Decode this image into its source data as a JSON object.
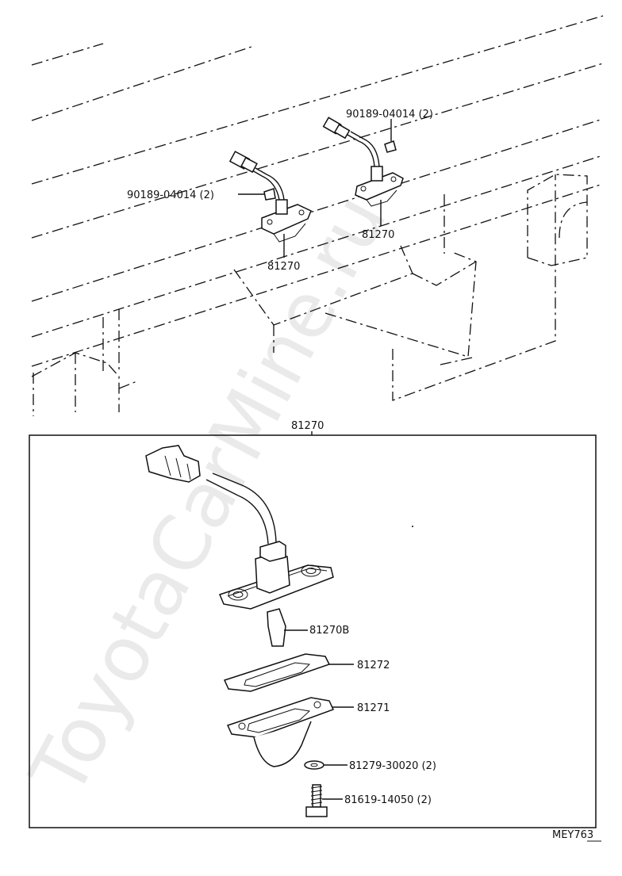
{
  "watermark": "ToyotaCarMine.ru",
  "diagram_code": "MEY763",
  "top_view": {
    "left_lamp": {
      "part": "81270",
      "nut": "90189-04014 (2)"
    },
    "right_lamp": {
      "part": "81270",
      "nut": "90189-04014 (2)"
    }
  },
  "detail": {
    "title": "81270",
    "parts": [
      {
        "id": "bulb",
        "number": "81270B"
      },
      {
        "id": "gasket",
        "number": "81272"
      },
      {
        "id": "lens",
        "number": "81271"
      },
      {
        "id": "washer",
        "number": "81279-30020 (2)"
      },
      {
        "id": "screw",
        "number": "81619-14050 (2)"
      }
    ]
  }
}
